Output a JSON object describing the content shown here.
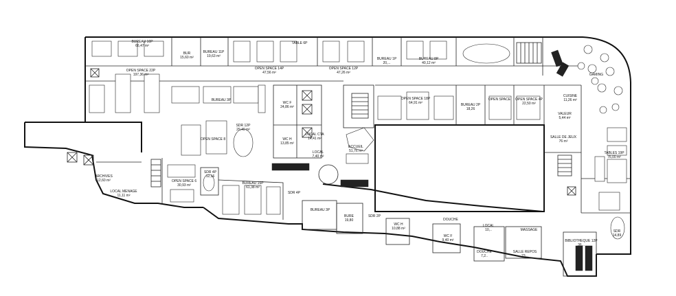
{
  "rooms": [
    {
      "id": "bureau-top-left",
      "lines": [
        "BUREAU 10P",
        "66,47 m²"
      ]
    },
    {
      "id": "bureau-11",
      "lines": [
        "BUREAU 11P",
        "19,63 m²"
      ]
    },
    {
      "id": "bureau-pad",
      "lines": [
        "BUR",
        "15,60 m²"
      ]
    },
    {
      "id": "open-space-22p",
      "lines": [
        "OPEN SPACE 22P",
        "197,36 m²"
      ]
    },
    {
      "id": "open-space-14p",
      "lines": [
        "OPEN SPACE 14P",
        "47,56 m²"
      ]
    },
    {
      "id": "table-6p",
      "lines": [
        "TABLE 6P"
      ]
    },
    {
      "id": "open-space-12p",
      "lines": [
        "OPEN SPACE 12P",
        "47,26 m²"
      ]
    },
    {
      "id": "bureau-1p",
      "lines": [
        "BUREAU 1P",
        "20,..."
      ]
    },
    {
      "id": "bureau-8p",
      "lines": [
        "BUREAU 8P",
        "40,12 m²"
      ]
    },
    {
      "id": "bureau-3p",
      "lines": [
        "BUREAU 3P"
      ]
    },
    {
      "id": "open-space-18p",
      "lines": [
        "OPEN SPACE 18P",
        "64,91 m²"
      ]
    },
    {
      "id": "bureau-2p",
      "lines": [
        "BUREAU 2P",
        "18,26"
      ]
    },
    {
      "id": "open-space-mid",
      "lines": [
        "OPEN SPACE"
      ]
    },
    {
      "id": "open-space-4p",
      "lines": [
        "OPEN SPACE 4P",
        "22,50 m²"
      ]
    },
    {
      "id": "cuisine",
      "lines": [
        "CUISINE",
        "11,26 m²"
      ]
    },
    {
      "id": "wc-f",
      "lines": [
        "WC F",
        "24,86 m²"
      ]
    },
    {
      "id": "wc-h",
      "lines": [
        "WC H",
        "13,85 m²"
      ]
    },
    {
      "id": "local-cta",
      "lines": [
        "LOCAL CTA",
        "14,41 m²"
      ]
    },
    {
      "id": "accueil",
      "lines": [
        "ACCUEIL",
        "51,76 m²"
      ]
    },
    {
      "id": "local-small",
      "lines": [
        "LOCAL",
        "7,40 m²"
      ]
    },
    {
      "id": "salle-de-jeux",
      "lines": [
        "SALLE DE JEUX",
        "76 m²"
      ]
    },
    {
      "id": "tables-19p",
      "lines": [
        "TABLES 19P",
        "76,00 m²"
      ]
    },
    {
      "id": "valeur",
      "lines": [
        "VALEUR",
        "5,44 m²"
      ]
    },
    {
      "id": "sdr-12p",
      "lines": [
        "SDR 12P",
        "29,40 m²"
      ]
    },
    {
      "id": "open-space-8",
      "lines": [
        "OPEN SPACE 8"
      ]
    },
    {
      "id": "local-menage",
      "lines": [
        "LOCAL MENAGE",
        "11,11 m²"
      ]
    },
    {
      "id": "archives",
      "lines": [
        "ARCHIVES",
        "12,60 m²"
      ]
    },
    {
      "id": "open-space-6",
      "lines": [
        "OPEN SPACE 6",
        "30,93 m²"
      ]
    },
    {
      "id": "sdr-4p",
      "lines": [
        "SDR 4P",
        "12,16"
      ]
    },
    {
      "id": "bureau-16p",
      "lines": [
        "BUREAU 16P",
        "61,38 m²"
      ]
    },
    {
      "id": "sdr-4p-b",
      "lines": [
        "SDR 4P"
      ]
    },
    {
      "id": "bureau-3p-b",
      "lines": [
        "BUREAU 3P"
      ]
    },
    {
      "id": "bureau-b",
      "lines": [
        "BURE",
        "19,80"
      ]
    },
    {
      "id": "sdr-2p",
      "lines": [
        "SDR 2P"
      ]
    },
    {
      "id": "wc-h-2",
      "lines": [
        "WC H",
        "10,88 m²"
      ]
    },
    {
      "id": "douche",
      "lines": [
        "DOUCHE"
      ]
    },
    {
      "id": "wc-f-2",
      "lines": [
        "WC F",
        "9,40 m²"
      ]
    },
    {
      "id": "local",
      "lines": [
        "LOCAL",
        "10,.."
      ]
    },
    {
      "id": "douche-2",
      "lines": [
        "DOUCHE",
        "7,2.."
      ]
    },
    {
      "id": "massage",
      "lines": [
        "MASSAGE"
      ]
    },
    {
      "id": "salle-repos",
      "lines": [
        "SALLE REPOS",
        "23,.."
      ]
    },
    {
      "id": "bibliotheque",
      "lines": [
        "BIBLIOTHEQUE 12P",
        "36,.."
      ]
    },
    {
      "id": "sdr-right",
      "lines": [
        "SDR",
        "14,89"
      ]
    },
    {
      "id": "gaming",
      "lines": [
        "GAMING"
      ]
    }
  ]
}
